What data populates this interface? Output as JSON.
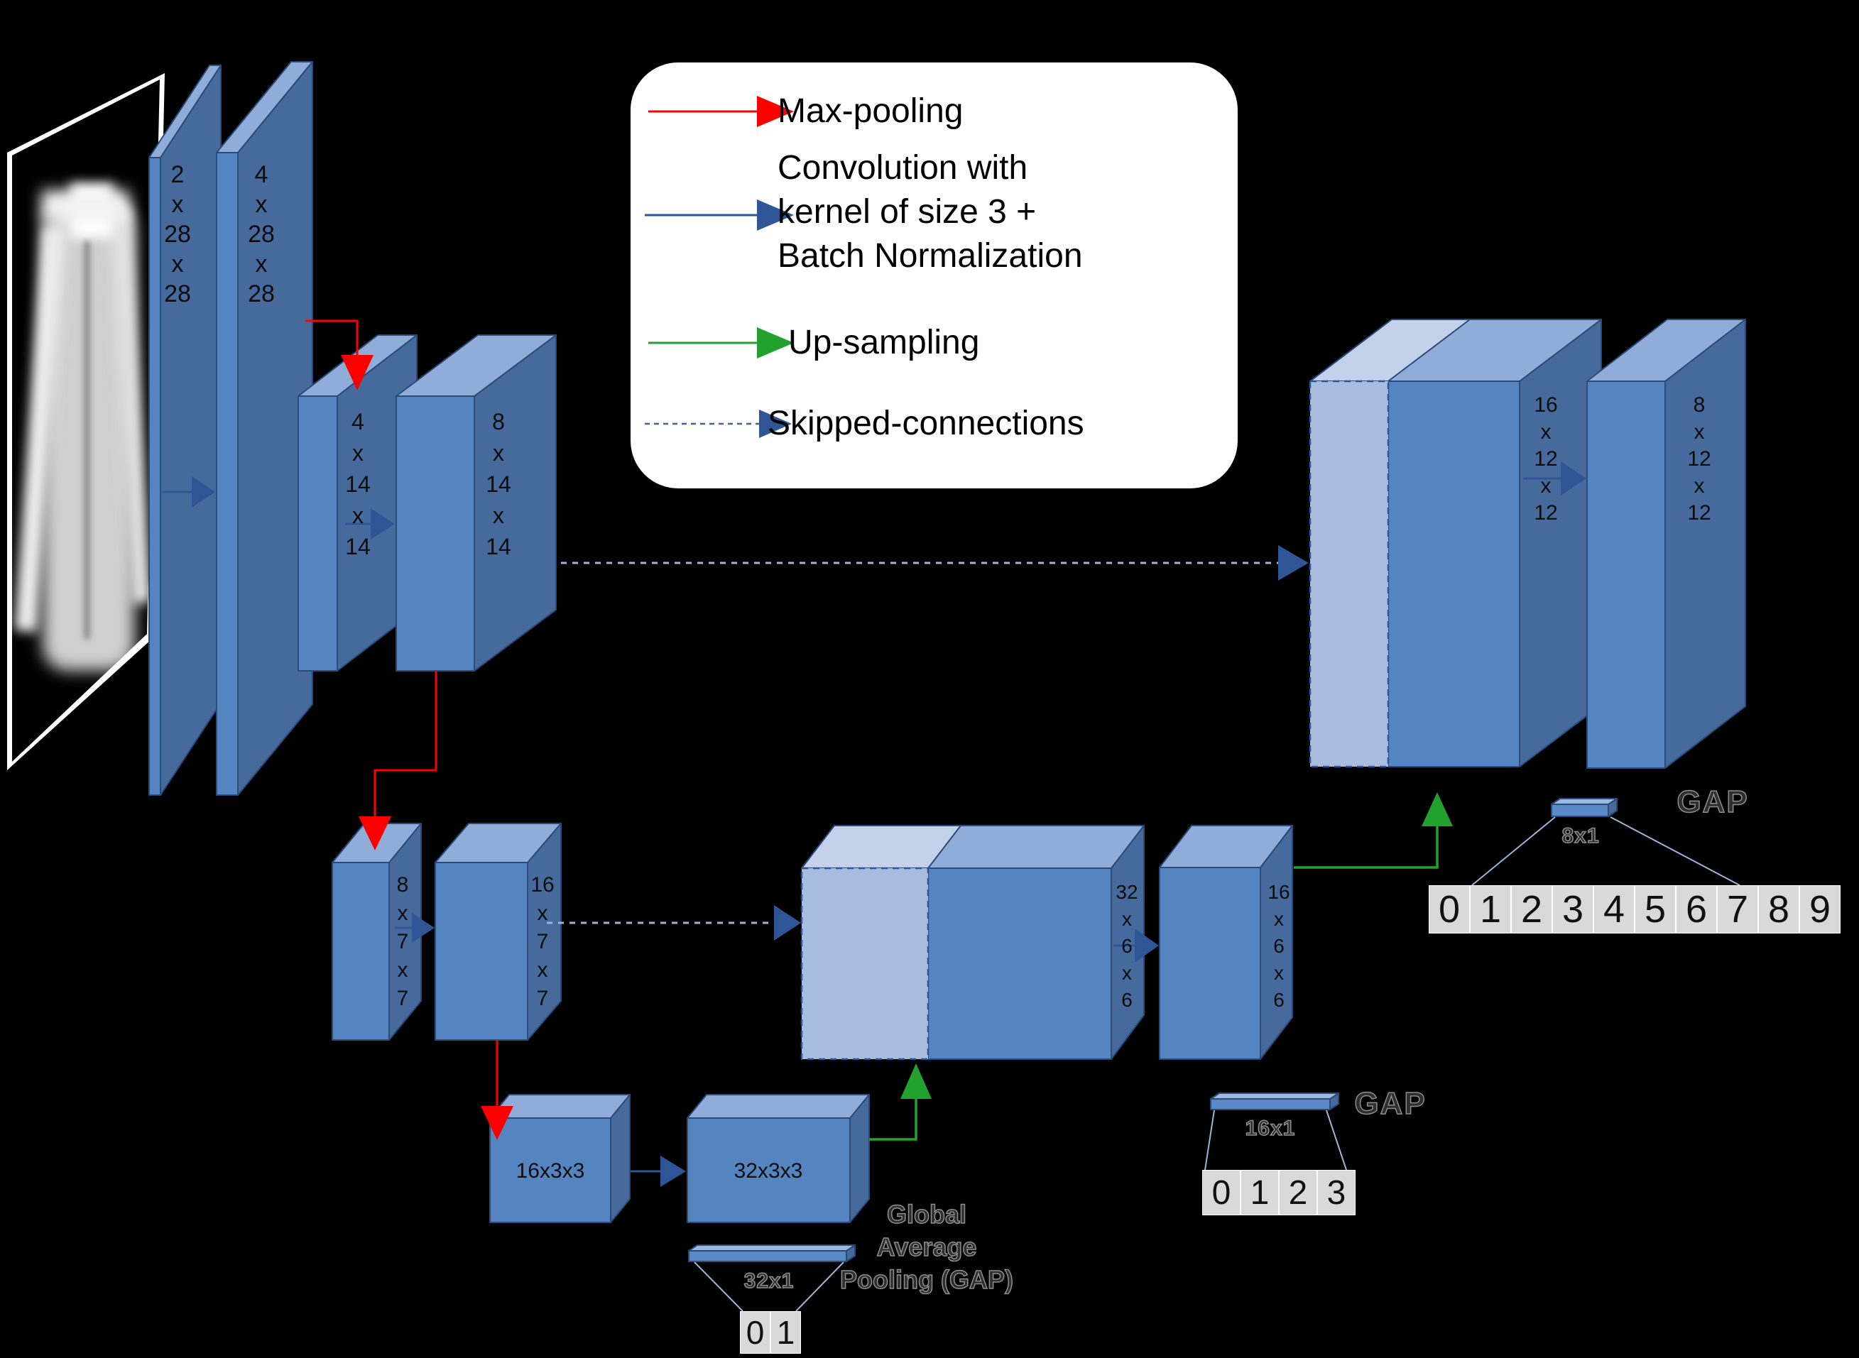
{
  "legend": {
    "items": [
      {
        "name": "max-pooling",
        "label": "Max-pooling",
        "arrow_color": "#fb0000",
        "style": "solid"
      },
      {
        "name": "convolution",
        "label": "Convolution with\nkernel of size 3 +\nBatch Normalization",
        "arrow_color": "#2f5597",
        "style": "solid"
      },
      {
        "name": "up-sampling",
        "label": "Up-sampling",
        "arrow_color": "#22a12e",
        "style": "solid"
      },
      {
        "name": "skipped-connections",
        "label": "Skipped-connections",
        "arrow_color": "#2f5597",
        "style": "dashed"
      }
    ]
  },
  "feature_maps": {
    "enc1": "2\nx\n28\nx\n28",
    "enc2": "4\nx\n28\nx\n28",
    "enc3": "4\nx\n14\nx\n14",
    "enc4": "8\nx\n14\nx\n14",
    "enc5": "8\nx\n7\nx\n7",
    "enc6": "16\nx\n7\nx\n7",
    "dec32": "32\nx\n6\nx\n6",
    "dec16": "16\nx\n6\nx\n6",
    "up16": "16\nx\n12\nx\n12",
    "up8": "8\nx\n12\nx\n12",
    "kernel16": "16x3x3",
    "kernel32": "32x3x3"
  },
  "gap": {
    "vec32": "32x1",
    "vec16": "16x1",
    "vec8": "8x1",
    "label_mid": "GAP",
    "label_right": "GAP",
    "label_full": "Global\nAverage\nPooling (GAP)"
  },
  "outputs": {
    "two": [
      "0",
      "1"
    ],
    "four": [
      "0",
      "1",
      "2",
      "3"
    ],
    "ten": [
      "0",
      "1",
      "2",
      "3",
      "4",
      "5",
      "6",
      "7",
      "8",
      "9"
    ]
  },
  "colors": {
    "block_front": "#5585c1",
    "block_side": "#476a9d",
    "block_top": "#8fadd8",
    "concat_front": "#a7bcde",
    "concat_top": "#c3d2ea",
    "outline": "#2a4a7a",
    "maxpool_red": "#fb0000",
    "conv_blue": "#2f5597",
    "upsample_green": "#22a12e",
    "skip_dash": "#9fb4da",
    "digit_cell": "#d9d9d9",
    "legend_bg": "#ffffff"
  }
}
